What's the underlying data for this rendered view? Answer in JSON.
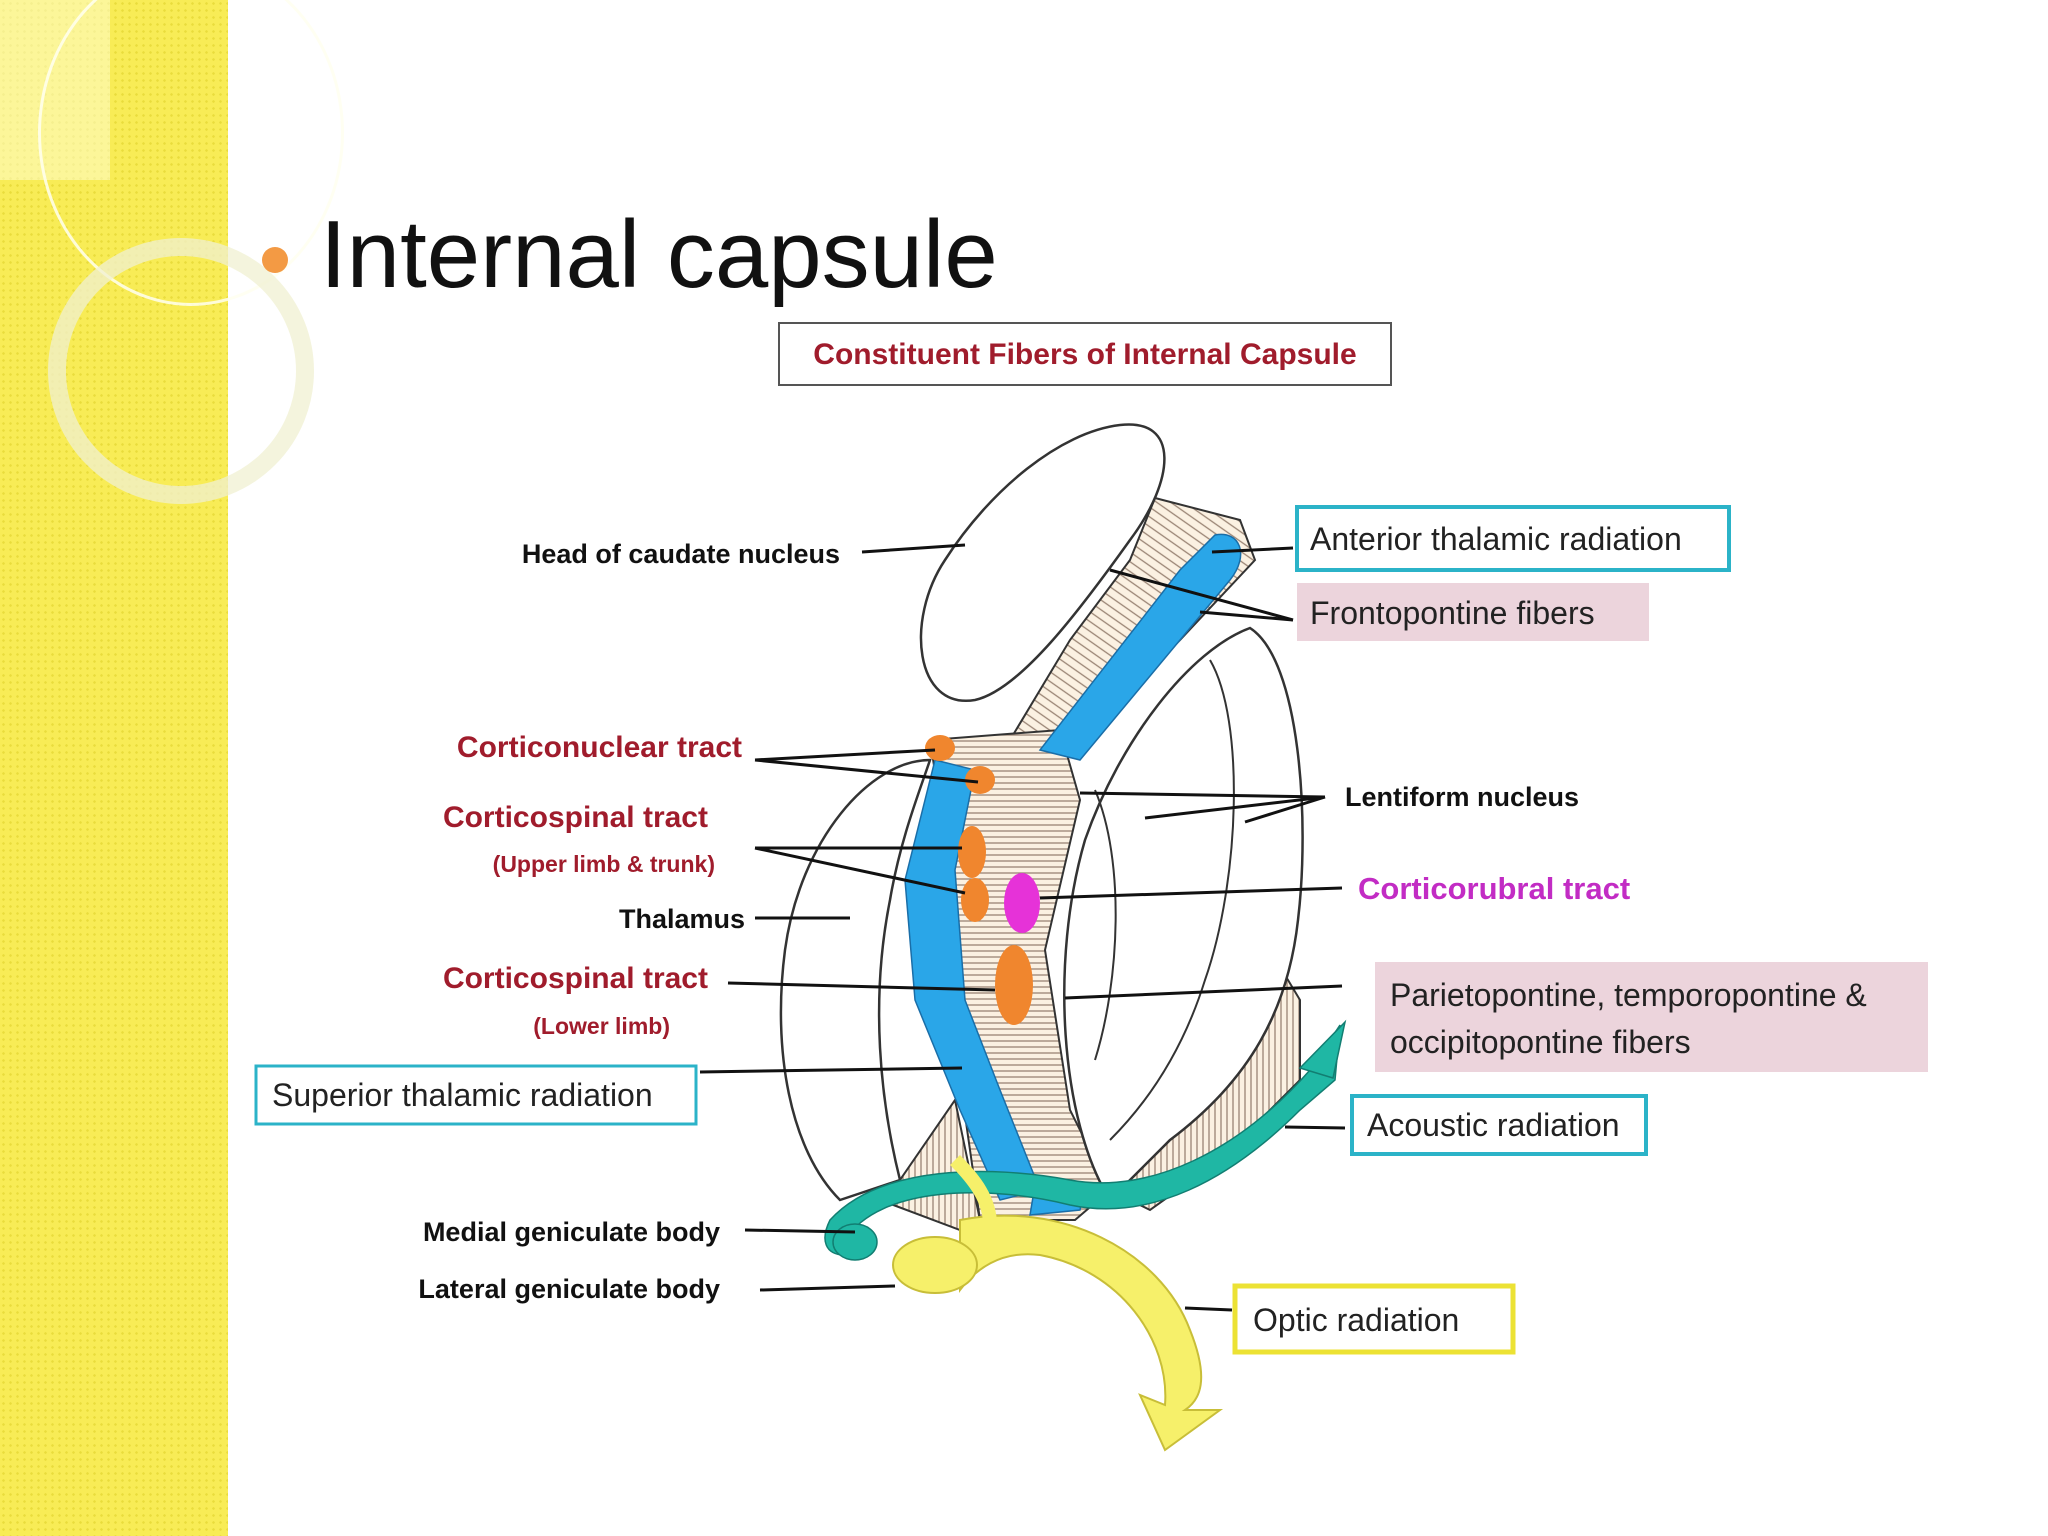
{
  "slide": {
    "bullet_text": "Internal capsule"
  },
  "diagram": {
    "heading": "Constituent Fibers of Internal  Capsule",
    "labels": {
      "head_caudate": "Head of caudate nucleus",
      "anterior_thalamic": "Anterior thalamic radiation",
      "frontopontine": "Frontopontine fibers",
      "corticonuclear": "Corticonuclear tract",
      "corticospinal_upper": "Corticospinal tract",
      "corticospinal_upper_sub": "(Upper limb & trunk)",
      "lentiform": "Lentiform nucleus",
      "corticorubral": "Corticorubral tract",
      "thalamus": "Thalamus",
      "corticospinal_lower": "Corticospinal tract",
      "corticospinal_lower_sub": "(Lower  limb)",
      "parieto_line1": "Parietopontine, temporopontine &",
      "parieto_line2": "occipitopontine fibers",
      "superior_thalamic": "Superior thalamic radiation",
      "acoustic": "Acoustic radiation",
      "medial_geniculate": "Medial geniculate body",
      "lateral_geniculate": "Lateral geniculate body",
      "optic": "Optic radiation"
    },
    "colors": {
      "dark_red": "#a01c2c",
      "magenta": "#c22cc4",
      "blue": "#2aa6e8",
      "orange": "#f0862e",
      "teal": "#1fb7a4",
      "yellow": "#f6f06a",
      "pink_box": "#ecd4dc",
      "teal_border": "#2bb3c8",
      "yellow_border": "#ece234"
    }
  }
}
